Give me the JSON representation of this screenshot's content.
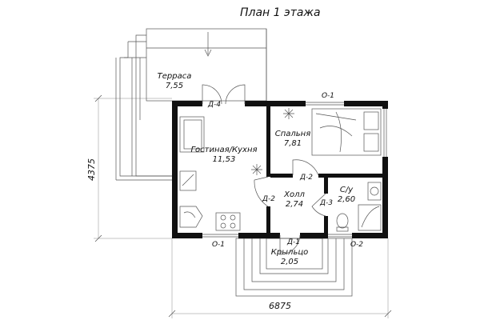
{
  "title": "План 1 этажа",
  "rooms": {
    "terrace": {
      "name": "Терраса",
      "area": "7,55"
    },
    "living": {
      "name": "Гостиная/Кухня",
      "area": "11,53"
    },
    "bedroom": {
      "name": "Спальня",
      "area": "7,81"
    },
    "hall": {
      "name": "Холл",
      "area": "2,74"
    },
    "bath": {
      "name": "С/у",
      "area": "2,60"
    },
    "porch": {
      "name": "Крыльцо",
      "area": "2,05"
    }
  },
  "doors": {
    "d4": "Д-4",
    "d2_bedroom": "Д-2",
    "d2_living": "Д-2",
    "d3": "Д-3",
    "d1": "Д-1"
  },
  "windows": {
    "o1_top": "О-1",
    "o1_bottom": "О-1",
    "o2": "О-2"
  },
  "dimensions": {
    "height": "4375",
    "width": "6875"
  }
}
